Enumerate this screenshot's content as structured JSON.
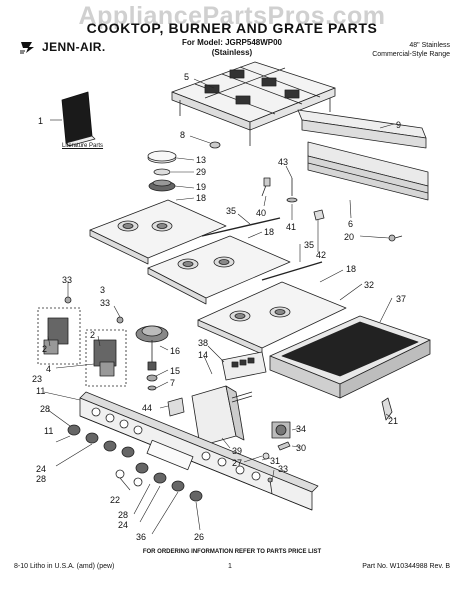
{
  "header": {
    "watermark": "AppliancePartsPros.com",
    "title": "COOKTOP, BURNER AND GRATE PARTS",
    "model": "For Model: JGRP548WP00",
    "variant": "(Stainless)",
    "brand": "JENN-AIR.",
    "range_line1": "48\" Stainless",
    "range_line2": "Commercial-Style Range"
  },
  "literature_label": "Literature Parts",
  "callouts": {
    "c1": "1",
    "c5": "5",
    "c8": "8",
    "c9": "9",
    "c13": "13",
    "c29": "29",
    "c19": "19",
    "c18a": "18",
    "c43": "43",
    "c40": "40",
    "c41": "41",
    "c35a": "35",
    "c18b": "18",
    "c6": "6",
    "c20": "20",
    "c35b": "35",
    "c42": "42",
    "c18c": "18",
    "c32": "32",
    "c37": "37",
    "c33a": "33",
    "c3": "3",
    "c33b": "33",
    "c2a": "2",
    "c2b": "2",
    "c4": "4",
    "c16": "16",
    "c38": "38",
    "c14": "14",
    "c15": "15",
    "c7": "7",
    "c23": "23",
    "c11a": "11",
    "c28a": "28",
    "c44": "44",
    "c11b": "11",
    "c24a": "24",
    "c28b": "28",
    "c22": "22",
    "c39": "39",
    "c27": "27",
    "c34": "34",
    "c30": "30",
    "c31": "31",
    "c33c": "33",
    "c21": "21",
    "c28c": "28",
    "c24b": "24",
    "c36": "36",
    "c26": "26"
  },
  "footer": {
    "ordering": "FOR ORDERING INFORMATION REFER TO PARTS PRICE LIST",
    "left": "8-10 Litho in U.S.A. (amd) (pew)",
    "page": "1",
    "part_no": "Part No. W10344988 Rev. B"
  }
}
